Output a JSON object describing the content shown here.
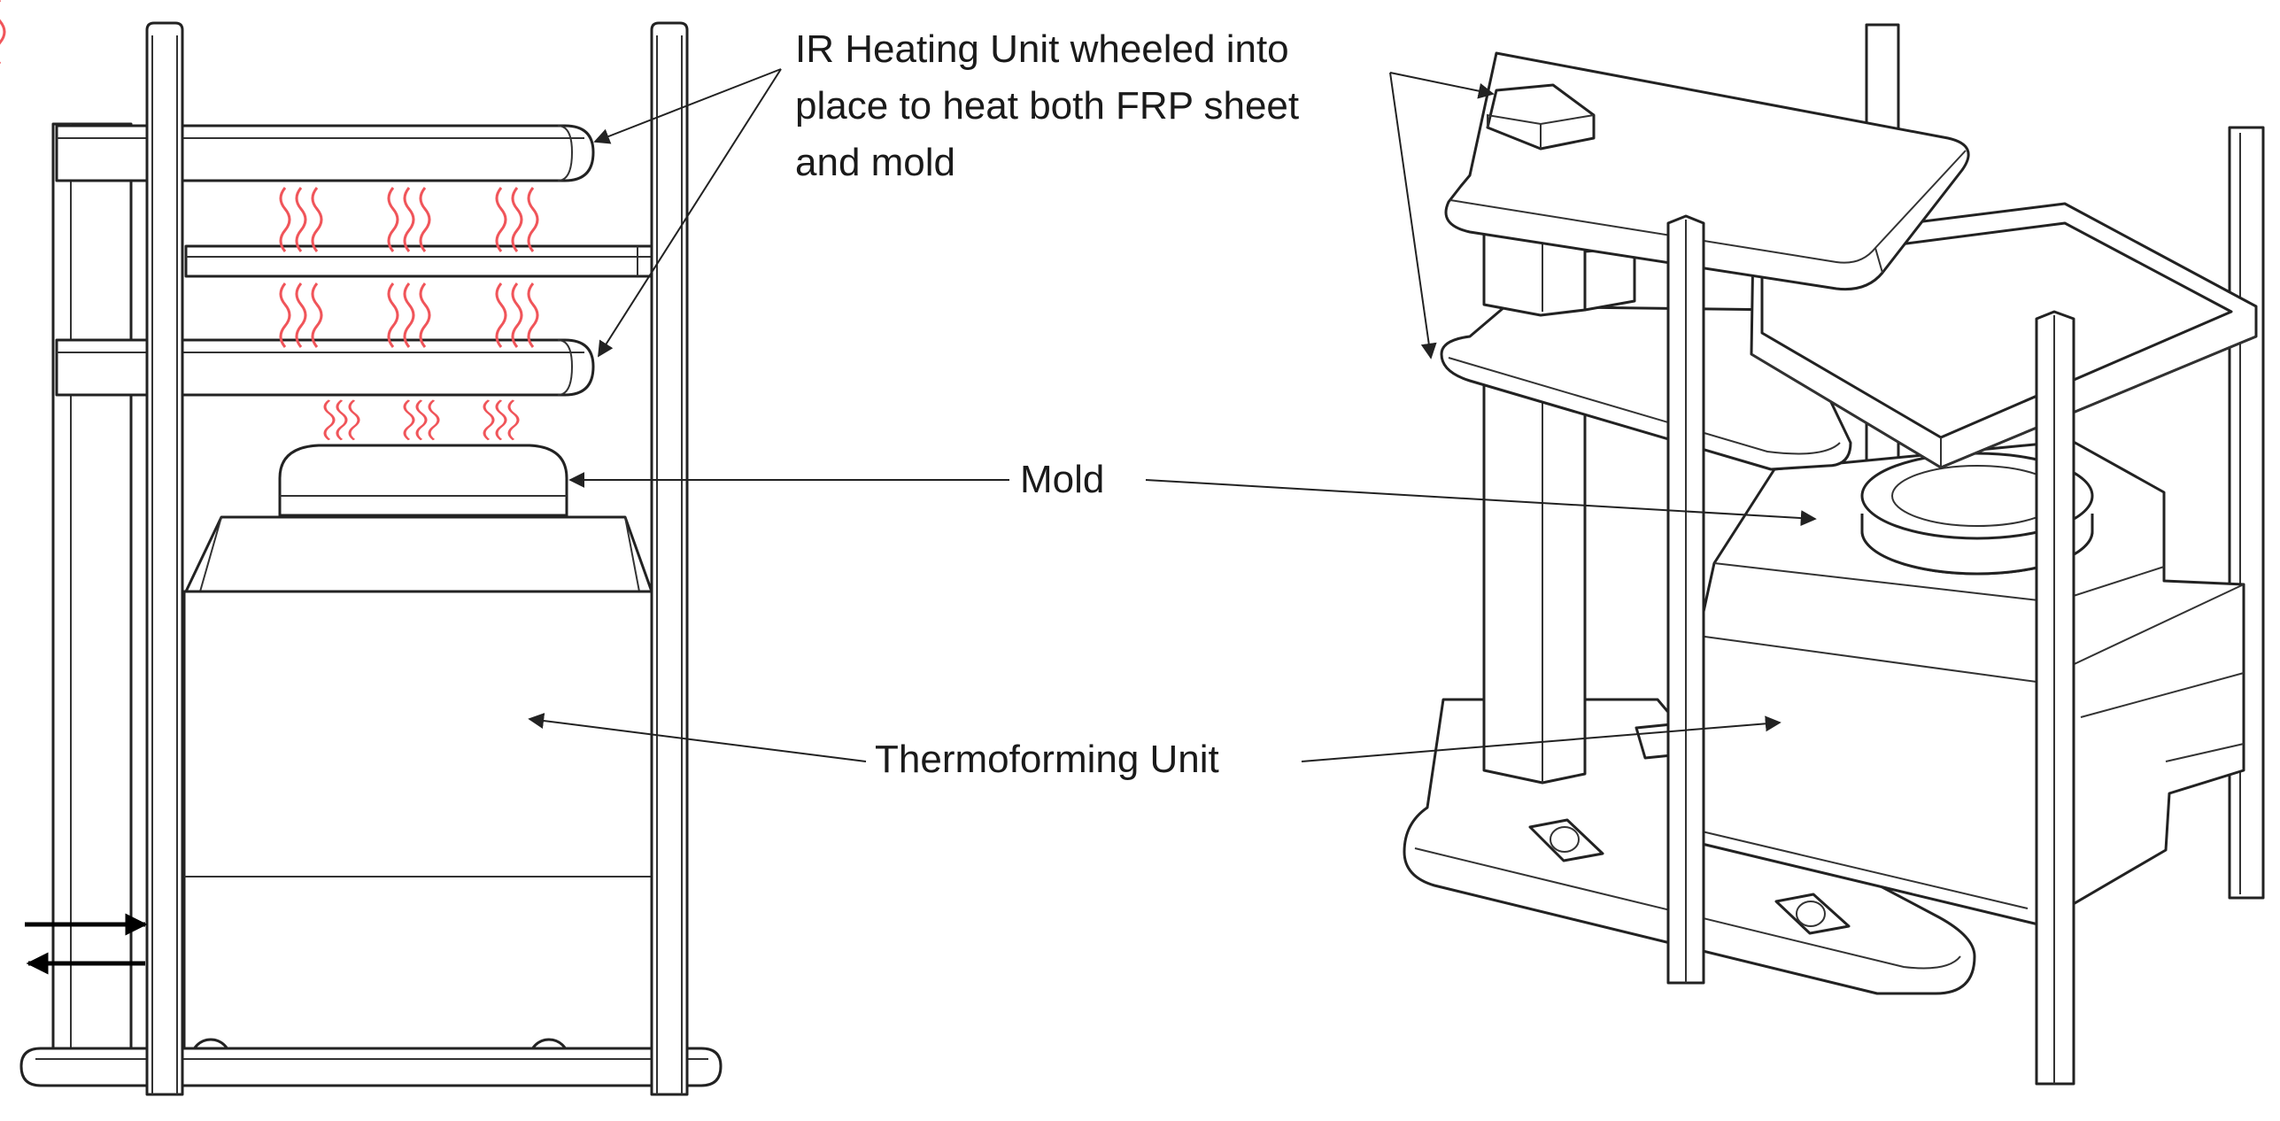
{
  "labels": {
    "ir_heating_unit": [
      "IR Heating Unit wheeled into",
      "place to heat both FRP sheet",
      "and mold"
    ],
    "mold": "Mold",
    "thermoforming_unit": "Thermoforming Unit"
  },
  "colors": {
    "line": "#222222",
    "heat_waves": "#f0555a",
    "background": "#ffffff"
  },
  "icons": {
    "heat_waves": "wavy-heat-lines",
    "motion_arrows": "double-horizontal-arrows"
  }
}
